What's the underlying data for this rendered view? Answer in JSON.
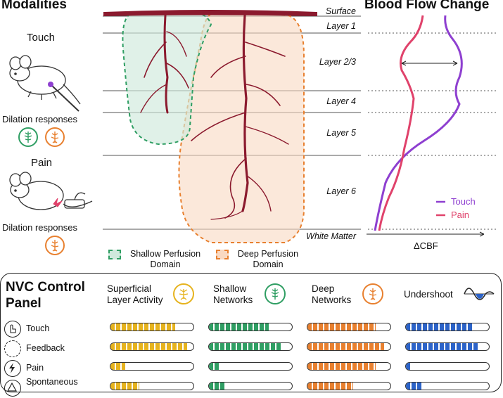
{
  "header": {
    "modalities": "Modalities",
    "blood_flow": "Blood Flow Change"
  },
  "modalities": {
    "touch": "Touch",
    "pain": "Pain",
    "dilation_touch": "Dilation responses",
    "dilation_pain": "Dilation responses"
  },
  "layers": [
    "Surface",
    "Layer 1",
    "Layer 2/3",
    "Layer 4",
    "Layer 5",
    "Layer 6",
    "White Matter"
  ],
  "domains": {
    "shallow": "Shallow Perfusion Domain",
    "deep": "Deep Perfusion Domain"
  },
  "blood_flow": {
    "xlabel": "ΔCBF",
    "legend": [
      "Touch",
      "Pain"
    ]
  },
  "colors": {
    "touch": "#8e3fd0",
    "pain": "#e0426b",
    "shallow": "#2f9e63",
    "deep": "#e8802f",
    "superficial": "#e6b31e",
    "undershoot": "#2c63c8",
    "vessel": "#8b1a2e"
  },
  "panel": {
    "title_line1": "NVC Control",
    "title_line2": "Panel",
    "columns": [
      {
        "line1": "Superficial",
        "line2": "Layer Activity",
        "icon": "superficial-neuron-icon"
      },
      {
        "line1": "Shallow",
        "line2": "Networks",
        "icon": "shallow-network-icon"
      },
      {
        "line1": "Deep",
        "line2": "Networks",
        "icon": "deep-network-icon"
      },
      {
        "line1": "Undershoot",
        "line2": "",
        "icon": "undershoot-curve-icon"
      }
    ],
    "rows": [
      {
        "label": "Touch",
        "icon": "hand-touch-icon",
        "levels": [
          0.78,
          0.72,
          0.82,
          0.8
        ]
      },
      {
        "label": "Feedback",
        "icon": "feedback-loop-icon",
        "levels": [
          0.92,
          0.87,
          0.92,
          0.87
        ]
      },
      {
        "label": "Pain",
        "icon": "lightning-icon",
        "levels": [
          0.18,
          0.12,
          0.82,
          0.05
        ]
      },
      {
        "label": "Spontaneous",
        "icon": "spontaneous-icon",
        "levels": [
          0.35,
          0.2,
          0.55,
          0.2
        ]
      }
    ]
  }
}
